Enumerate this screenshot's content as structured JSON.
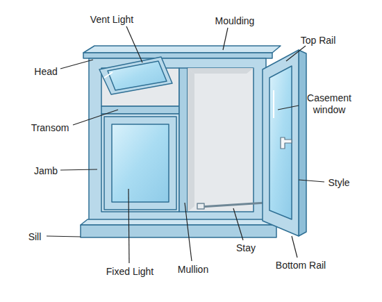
{
  "diagram": {
    "labels": [
      "Vent Light",
      "Moulding",
      "Top Rail",
      "Head",
      "Casement window",
      "Transom",
      "Jamb",
      "Style",
      "Sill",
      "Stay",
      "Bottom Rail",
      "Fixed Light",
      "Mullion"
    ]
  }
}
